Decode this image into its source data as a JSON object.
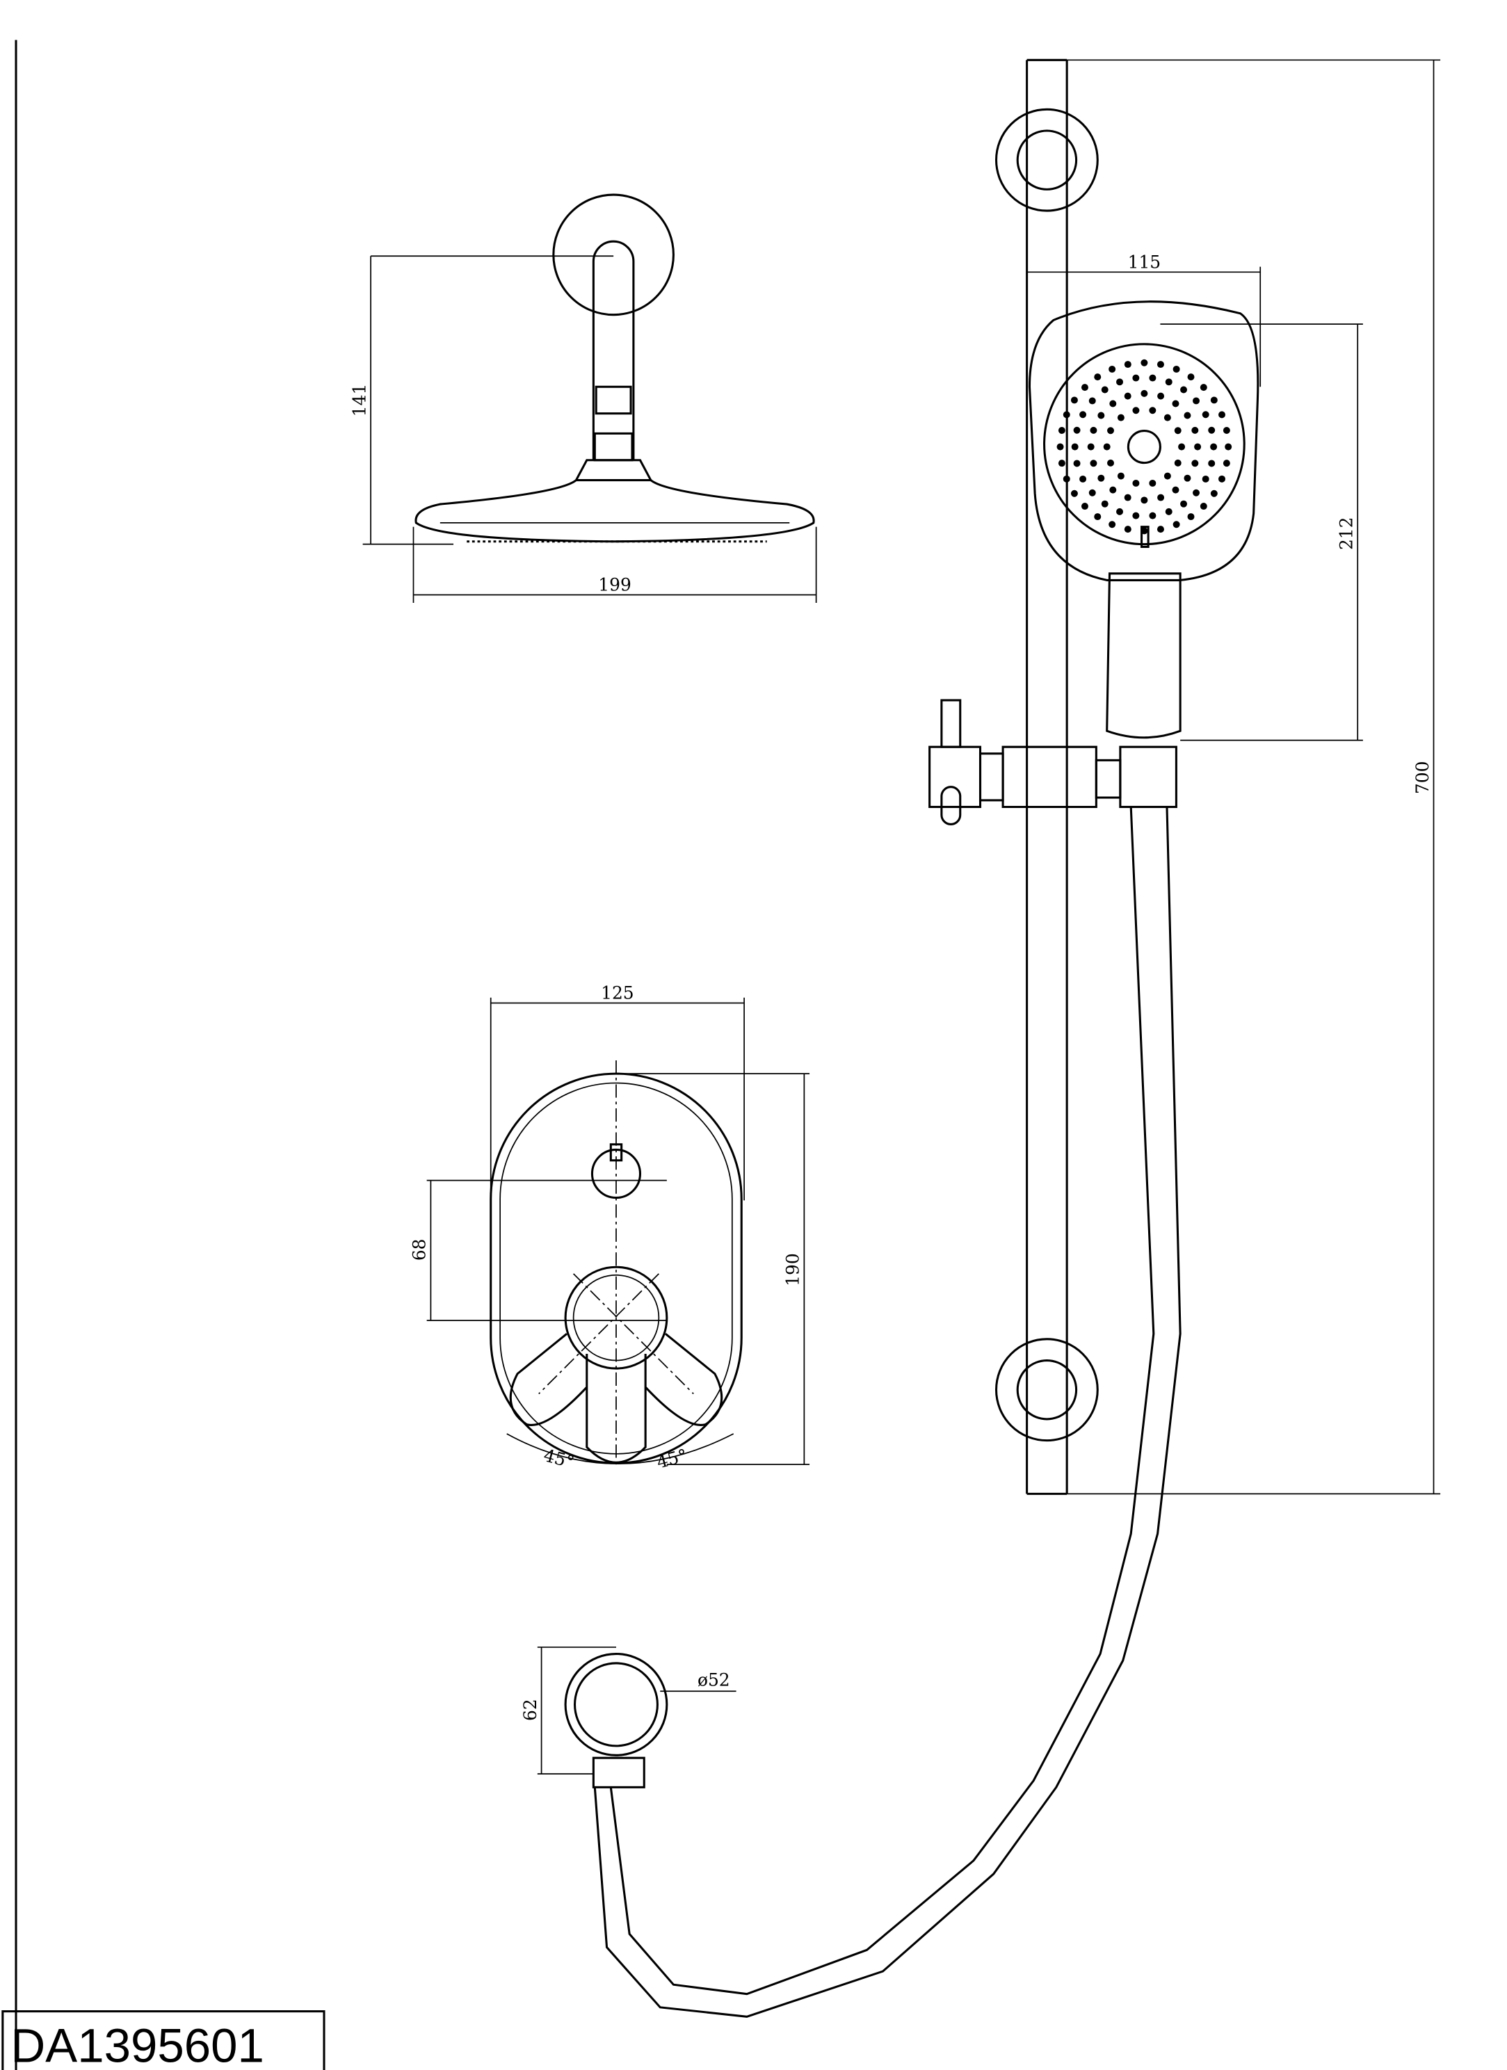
{
  "drawing": {
    "model_code": "DA1395601",
    "overhead_shower": {
      "height": "141",
      "width": "199"
    },
    "hand_shower": {
      "width": "115",
      "height": "212"
    },
    "slide_rail": {
      "length": "700"
    },
    "mixer_plate": {
      "width": "125",
      "height": "190",
      "handle_offset": "68",
      "rotation_left": "45°",
      "rotation_right": "45°"
    },
    "wall_outlet": {
      "diameter": "ø52",
      "height": "62"
    }
  }
}
